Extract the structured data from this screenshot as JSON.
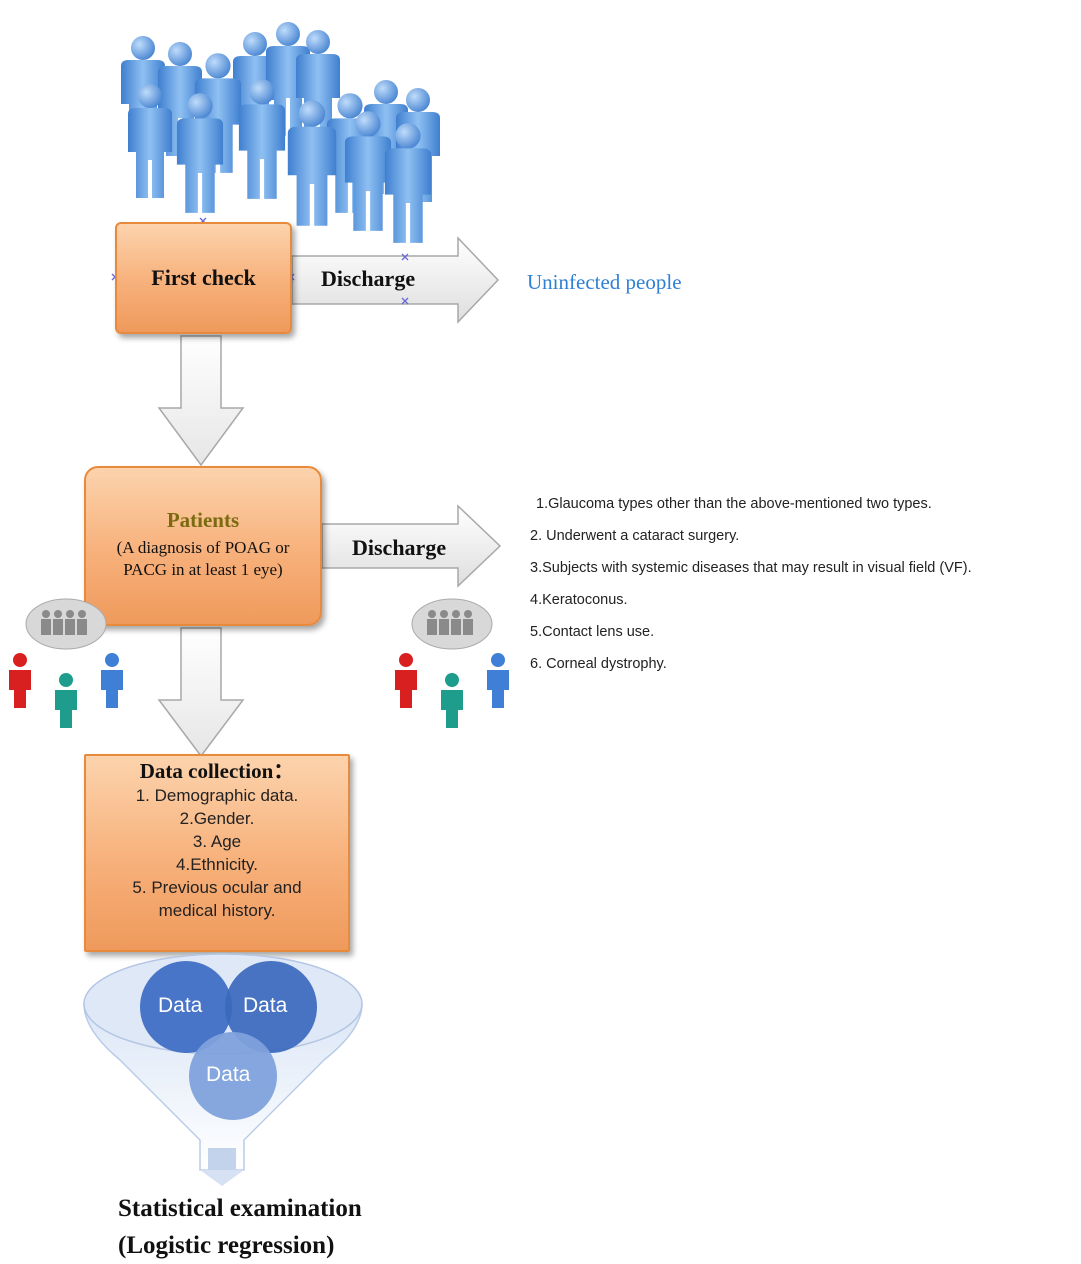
{
  "flow": {
    "first_check": "First check",
    "discharge_1": "Discharge",
    "uninfected": "Uninfected people",
    "patients_title": "Patients",
    "patients_desc_1": "(A diagnosis of POAG or",
    "patients_desc_2": "PACG in at least 1 eye)",
    "discharge_2": "Discharge",
    "exclusions": [
      "1.Glaucoma types other than the above-mentioned two types.",
      "2. Underwent a cataract surgery.",
      "3.Subjects with systemic diseases that may result in visual field (VF).",
      "4.Keratoconus.",
      "5.Contact lens use.",
      "6. Corneal dystrophy."
    ],
    "data_collection_title": "Data collection：",
    "data_collection_items": [
      "1. Demographic data.",
      "2.Gender.",
      "3. Age",
      "4.Ethnicity.",
      "5. Previous ocular and",
      "medical history."
    ],
    "funnel_labels": [
      "Data",
      "Data",
      "Data"
    ],
    "stat_line_1": "Statistical examination",
    "stat_line_2": "(Logistic regression)"
  },
  "colors": {
    "box_fill": "#f7b07a",
    "box_border": "#e88a3c",
    "people_blue": "#5f9ee0",
    "uninfected_text": "#2e7fd6",
    "funnel_dark": "#3f6fc4",
    "funnel_light": "#7fa1dc"
  }
}
